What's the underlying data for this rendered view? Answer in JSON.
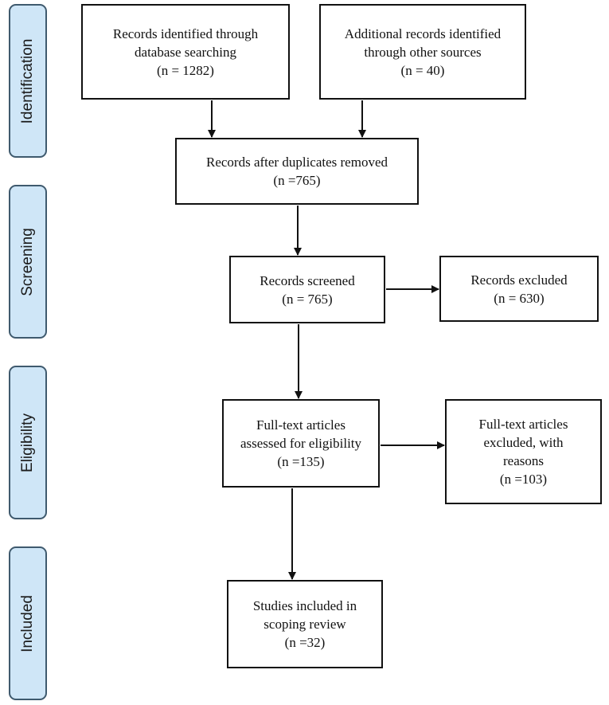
{
  "phases": {
    "identification": "Identification",
    "screening": "Screening",
    "eligibility": "Eligibility",
    "included": "Included"
  },
  "boxes": {
    "database_records": {
      "line1": "Records identified through",
      "line2": "database searching",
      "line3": "(n = 1282)"
    },
    "other_records": {
      "line1": "Additional records identified",
      "line2": "through other sources",
      "line3": "(n = 40)"
    },
    "after_duplicates": {
      "line1": "Records after duplicates removed",
      "line2": "(n =765)"
    },
    "screened": {
      "line1": "Records screened",
      "line2": "(n = 765)"
    },
    "excluded": {
      "line1": "Records excluded",
      "line2": "(n = 630)"
    },
    "fulltext_assessed": {
      "line1": "Full-text articles",
      "line2": "assessed for eligibility",
      "line3": "(n =135)"
    },
    "fulltext_excluded": {
      "line1": "Full-text articles",
      "line2": "excluded, with",
      "line3": "reasons",
      "line4": "(n =103)"
    },
    "included_studies": {
      "line1": "Studies included in",
      "line2": "scoping review",
      "line3": "(n =32)"
    }
  }
}
